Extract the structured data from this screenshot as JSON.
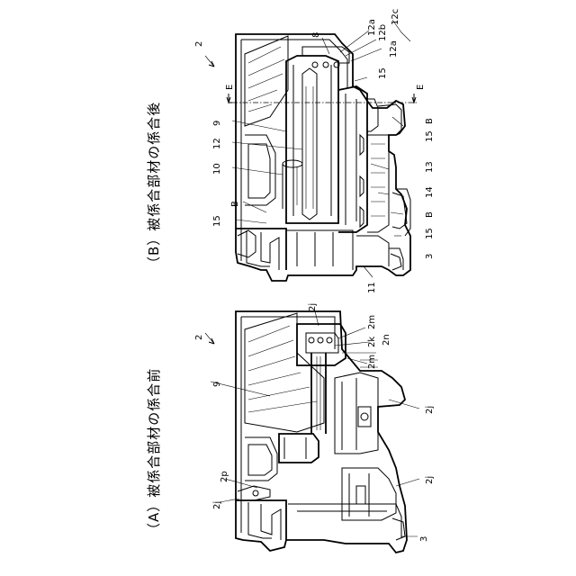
{
  "figure": {
    "panel_a": {
      "caption": "（A）被係合部材の係合前",
      "ref_2": "2",
      "ref_9": "9",
      "ref_2j_top": "2j",
      "ref_2m_top": "2m",
      "ref_2k": "2k",
      "ref_2n": "2n",
      "ref_2m_bottom": "2m",
      "ref_2j_right_upper": "2j",
      "ref_2j_right_lower": "2j",
      "ref_2j_left": "2j",
      "ref_2p": "2p",
      "ref_3": "3"
    },
    "panel_b": {
      "caption": "（B）被係合部材の係合後",
      "ref_2": "2",
      "ref_8": "8",
      "ref_12a_top": "12a",
      "ref_12b": "12b",
      "ref_12c": "12c",
      "ref_12a_bottom": "12a",
      "ref_15_top": "15",
      "ref_E_left": "E",
      "ref_E_right": "E",
      "ref_9": "9",
      "ref_12": "12",
      "ref_10": "10",
      "ref_15_left": "15",
      "ref_B_left": "B",
      "ref_B_right_upper": "B",
      "ref_15_right_upper": "15",
      "ref_13": "13",
      "ref_14": "14",
      "ref_B_right_lower": "B",
      "ref_15_right_lower": "15",
      "ref_3": "3",
      "ref_11": "11"
    }
  }
}
